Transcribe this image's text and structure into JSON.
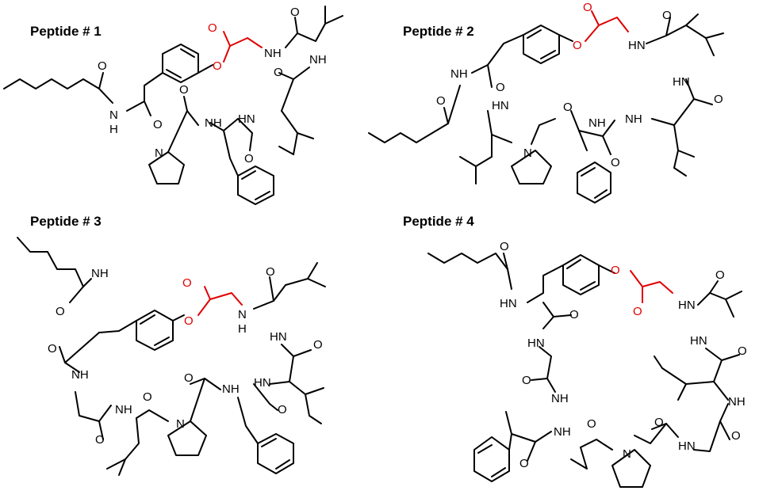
{
  "peptides": [
    {
      "title": "Peptide # 1"
    },
    {
      "title": "Peptide # 2"
    },
    {
      "title": "Peptide # 3"
    },
    {
      "title": "Peptide # 4"
    }
  ],
  "atoms": {
    "o": "O",
    "n": "N",
    "nh": "NH",
    "hn": "HN",
    "h": "H"
  },
  "colors": {
    "bond": "#000000",
    "ester": "#e00000"
  }
}
